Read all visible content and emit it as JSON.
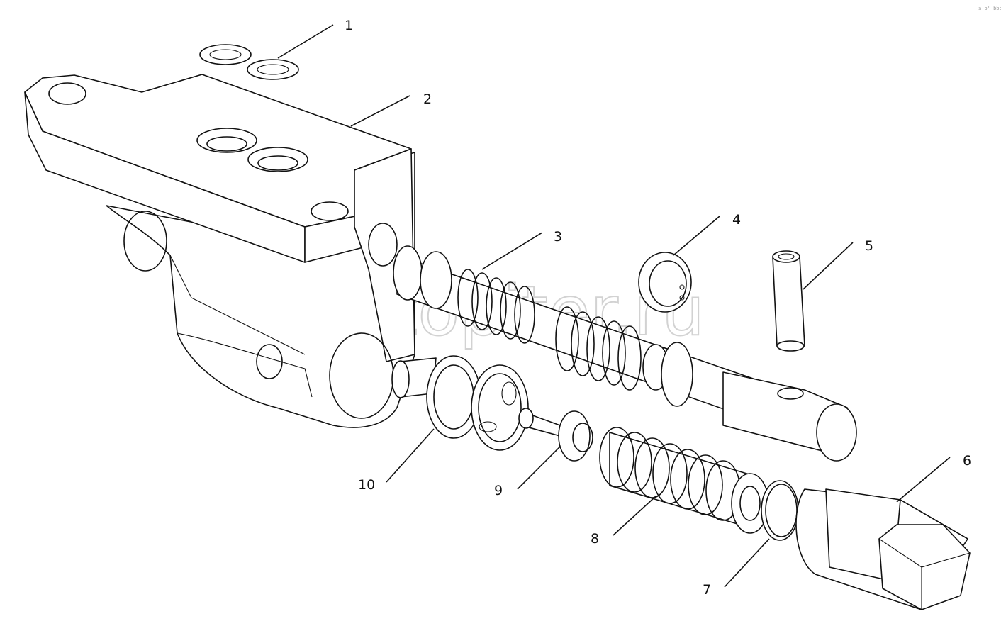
{
  "watermark": {
    "text": "autopiter.ru"
  },
  "corner_mark": "a'b' bbb",
  "callouts": [
    {
      "id": "1",
      "label": "1"
    },
    {
      "id": "2",
      "label": "2"
    },
    {
      "id": "3",
      "label": "3"
    },
    {
      "id": "4",
      "label": "4"
    },
    {
      "id": "5",
      "label": "5"
    },
    {
      "id": "6",
      "label": "6"
    },
    {
      "id": "7",
      "label": "7"
    },
    {
      "id": "8",
      "label": "8"
    },
    {
      "id": "9",
      "label": "9"
    },
    {
      "id": "10",
      "label": "10"
    }
  ]
}
